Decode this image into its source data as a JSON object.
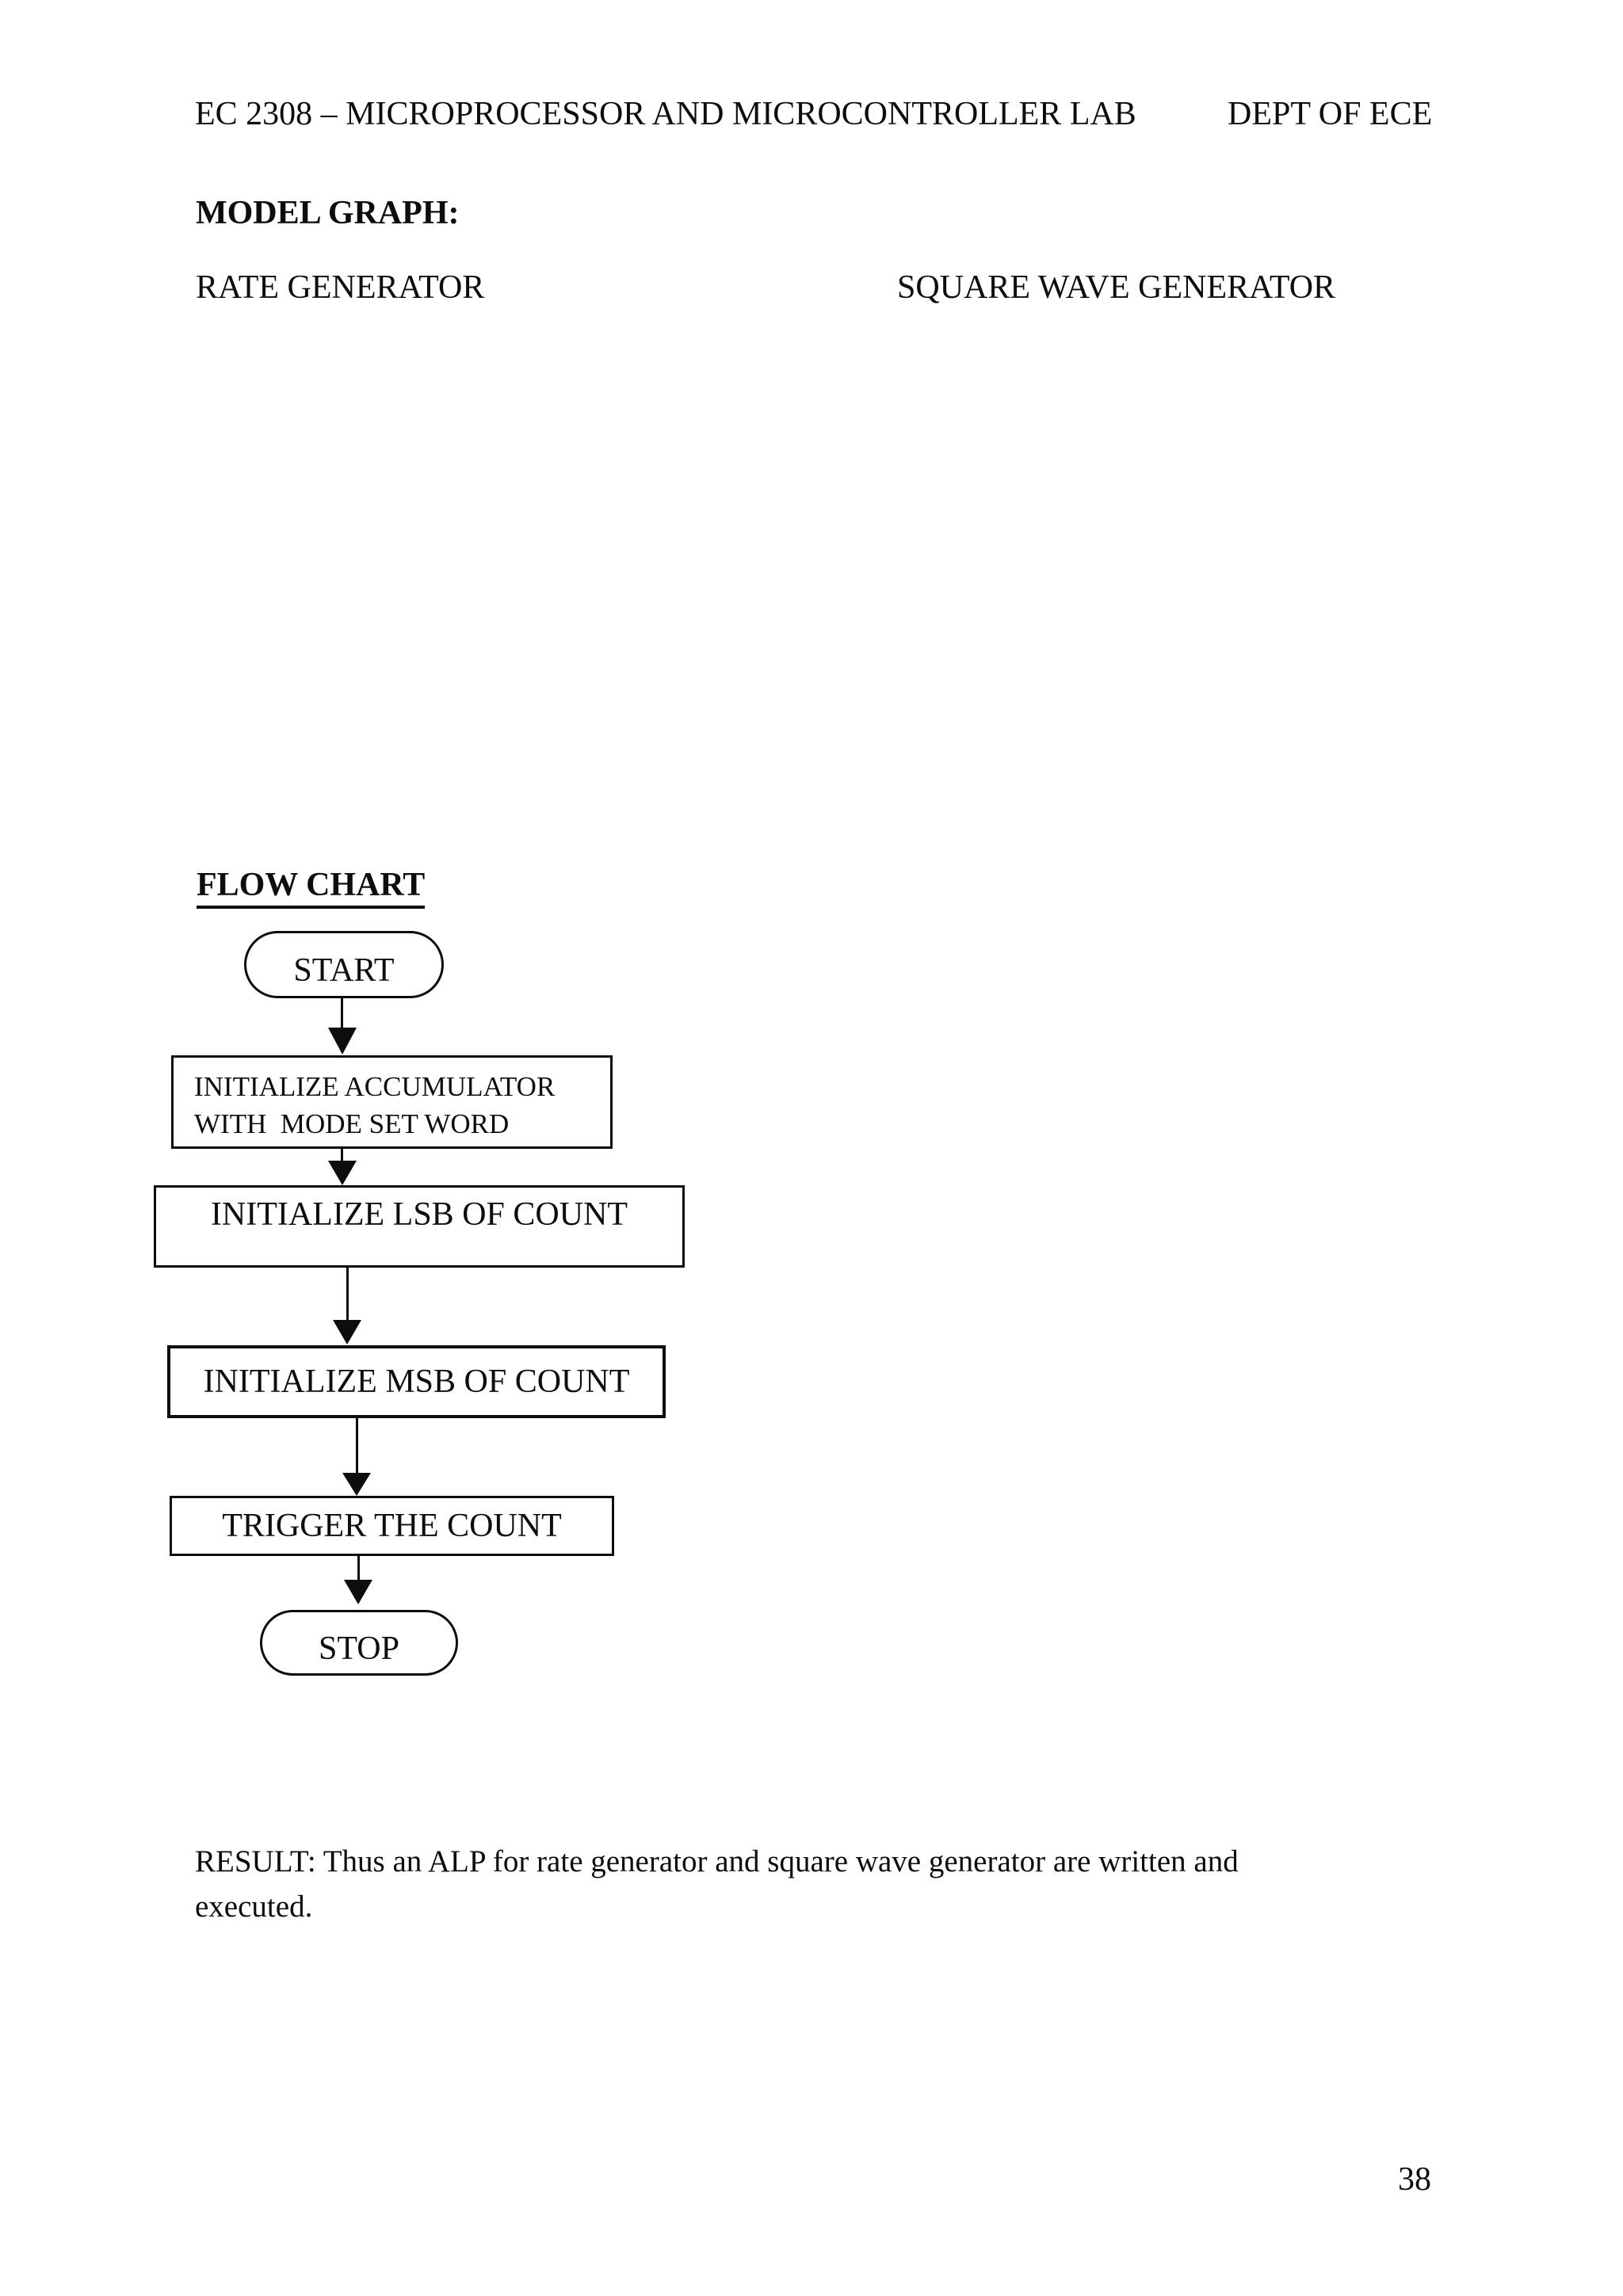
{
  "header": {
    "course": "EC 2308 – MICROPROCESSOR AND MICROCONTROLLER LAB",
    "department": "DEPT OF ECE"
  },
  "model_graph": {
    "heading": "MODEL GRAPH:",
    "left_label": "RATE GENERATOR",
    "right_label": "SQUARE WAVE GENERATOR"
  },
  "flow_chart": {
    "heading": "FLOW CHART",
    "nodes": {
      "start": "START",
      "step1_line1": "INITIALIZE ACCUMULATOR",
      "step1_line2": "WITH  MODE SET WORD",
      "step2": "INITIALIZE LSB OF COUNT",
      "step3": "INITIALIZE MSB OF COUNT",
      "step4": "TRIGGER THE COUNT",
      "stop": "STOP"
    }
  },
  "result": {
    "lines": [
      "RESULT: Thus an ALP for rate generator and square wave generator are written and",
      "executed."
    ]
  },
  "page_number": "38",
  "colors": {
    "ink": "#0d0d0d",
    "background": "#ffffff"
  }
}
